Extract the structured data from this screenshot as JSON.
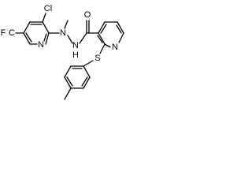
{
  "molecule": {
    "labels": {
      "cl": "Cl",
      "f3c": "F",
      "f3c_c": "C",
      "n_pyr_left": "N",
      "n_methyl": "N",
      "n_h_n": "N",
      "h": "H",
      "o": "O",
      "n_pyr_right": "N",
      "s": "S"
    }
  },
  "colors": {
    "bond": "#000000",
    "background": "#ffffff"
  }
}
